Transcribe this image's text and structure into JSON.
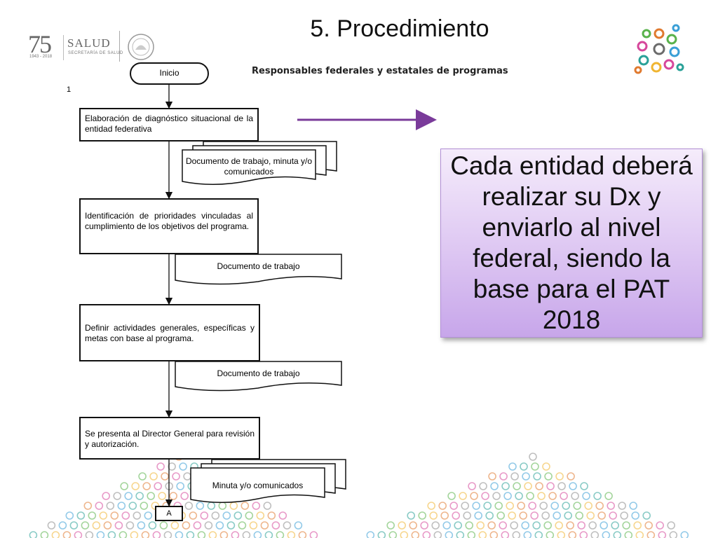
{
  "slide": {
    "title": "5. Procedimiento"
  },
  "logos": {
    "anniversary_number": "75",
    "anniversary_years": "1943 - 2018",
    "agency_name": "SALUD",
    "agency_subtitle": "SECRETARÍA DE SALUD"
  },
  "flowchart": {
    "lane_title": "Responsables federales y estatales de programas",
    "step_number": "1",
    "start_label": "Inicio",
    "steps": [
      "Elaboración de diagnóstico situacional de la entidad federativa",
      "Identificación de prioridades vinculadas al cumplimiento de los objetivos del programa.",
      "Definir actividades generales, específicas y metas con base al programa.",
      "Se presenta al Director General para revisión y autorización."
    ],
    "documents": [
      "Documento de trabajo, minuta y/o comunicados",
      "Documento de trabajo",
      "Documento de trabajo",
      "Minuta y/o comunicados"
    ],
    "end_connector": "A"
  },
  "callout": {
    "text": "Cada entidad deberá realizar su Dx y enviarlo al nivel federal, siendo la base para el PAT 2018"
  },
  "colors": {
    "arrow": "#7a3b9a",
    "callout_top": "#f5ecfb",
    "callout_bottom": "#c7a6ea"
  }
}
